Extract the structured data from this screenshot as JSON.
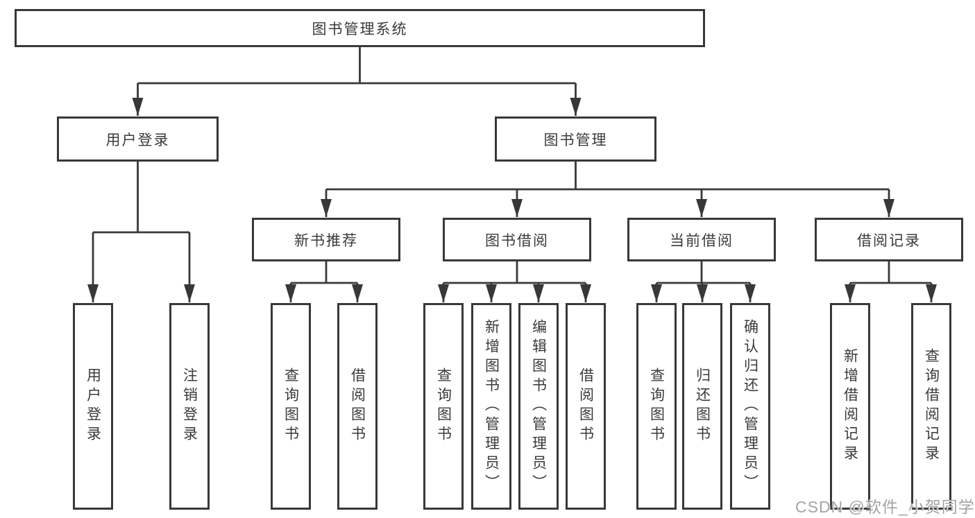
{
  "diagram": {
    "title_node": "图书管理系统",
    "level2": {
      "user_login": "用户登录",
      "book_management": "图书管理"
    },
    "level3": {
      "new_book_recommend": "新书推荐",
      "book_borrow": "图书借阅",
      "current_borrow": "当前借阅",
      "borrow_records": "借阅记录"
    },
    "leaves": {
      "user_login": [
        "用户登录",
        "注销登录"
      ],
      "new_book_recommend": [
        "查询图书",
        "借阅图书"
      ],
      "book_borrow": [
        "查询图书",
        "新增图书（管理员）",
        "编辑图书（管理员）",
        "借阅图书"
      ],
      "current_borrow": [
        "查询图书",
        "归还图书",
        "确认归还（管理员）"
      ],
      "borrow_records": [
        "新增借阅记录",
        "查询借阅记录"
      ]
    },
    "colors": {
      "line": "#383838",
      "box_border": "#383838",
      "text": "#3a3a3a",
      "watermark": "#a3a3a6"
    },
    "watermark": "CSDN @软件_小贺同学"
  }
}
